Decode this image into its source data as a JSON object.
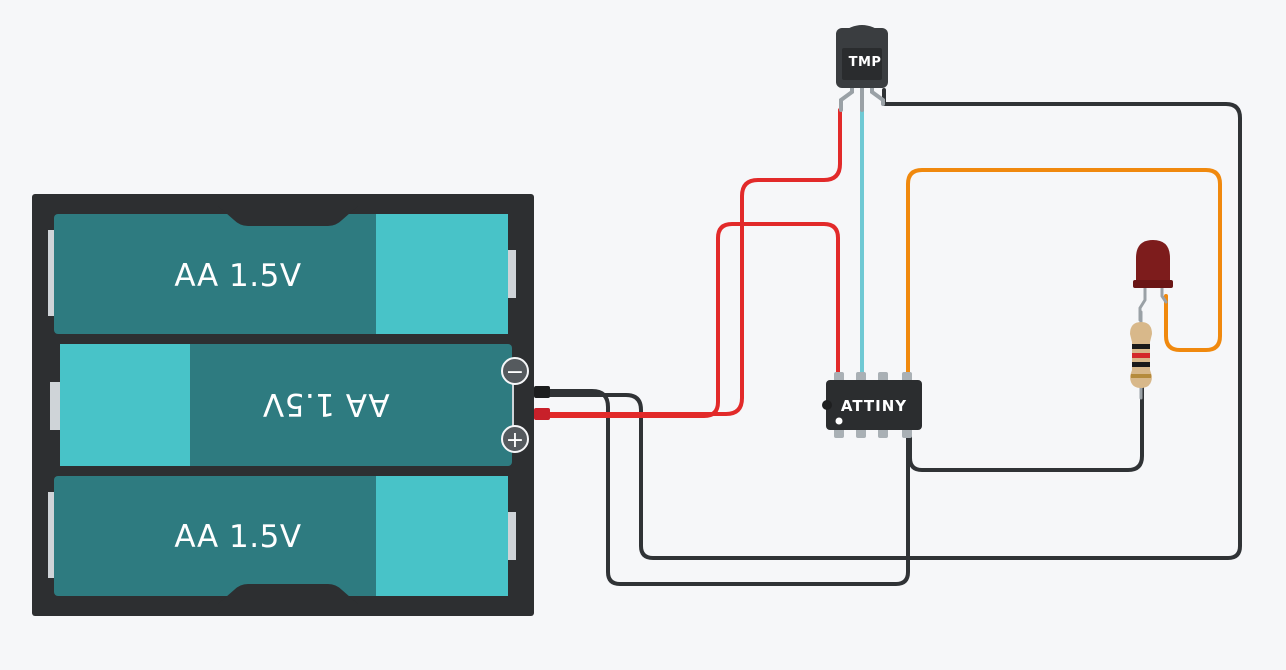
{
  "battery_pack": {
    "cells": [
      {
        "label": "AA 1.5V"
      },
      {
        "label": "AA 1.5V"
      },
      {
        "label": "AA 1.5V"
      }
    ],
    "terminals": {
      "negative": "−",
      "positive": "+"
    }
  },
  "sensor": {
    "label": "TMP"
  },
  "microcontroller": {
    "label": "ATTINY"
  },
  "colors": {
    "canvas": "#f6f7f9",
    "pack_body": "#2d2f31",
    "cell_dark": "#2e7b80",
    "cell_light": "#48c3c8",
    "wire_red": "#e22a2a",
    "wire_black": "#303336",
    "wire_cyan": "#6fc9d4",
    "wire_orange": "#f0890e",
    "led": "#7d1c1c"
  }
}
